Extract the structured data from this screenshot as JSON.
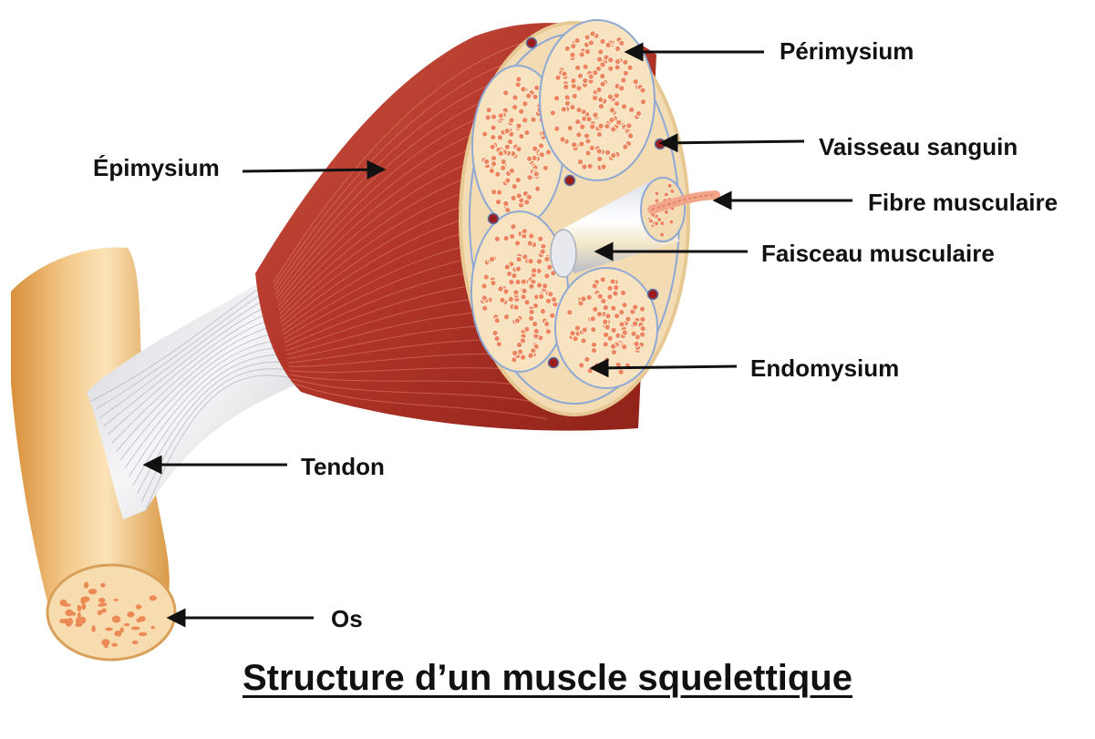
{
  "title": "Structure d’un muscle squelettique",
  "labels": {
    "perimysium": "Périmysium",
    "vaisseau": "Vaisseau sanguin",
    "fibre": "Fibre musculaire",
    "faisceau": "Faisceau musculaire",
    "endomysium": "Endomysium",
    "epimysium": "Épimysium",
    "tendon": "Tendon",
    "os": "Os"
  },
  "colors": {
    "muscle": "#b7392d",
    "muscle_dark": "#8f2219",
    "tissue_cream": "#f4dcb4",
    "fiber_pink": "#ec8460",
    "bone": "#e9b56a",
    "tendon": "#e7e7ea",
    "membrane_blue": "#8fa8d4",
    "vessel": "#9b1d1d",
    "arrow": "#111111"
  }
}
